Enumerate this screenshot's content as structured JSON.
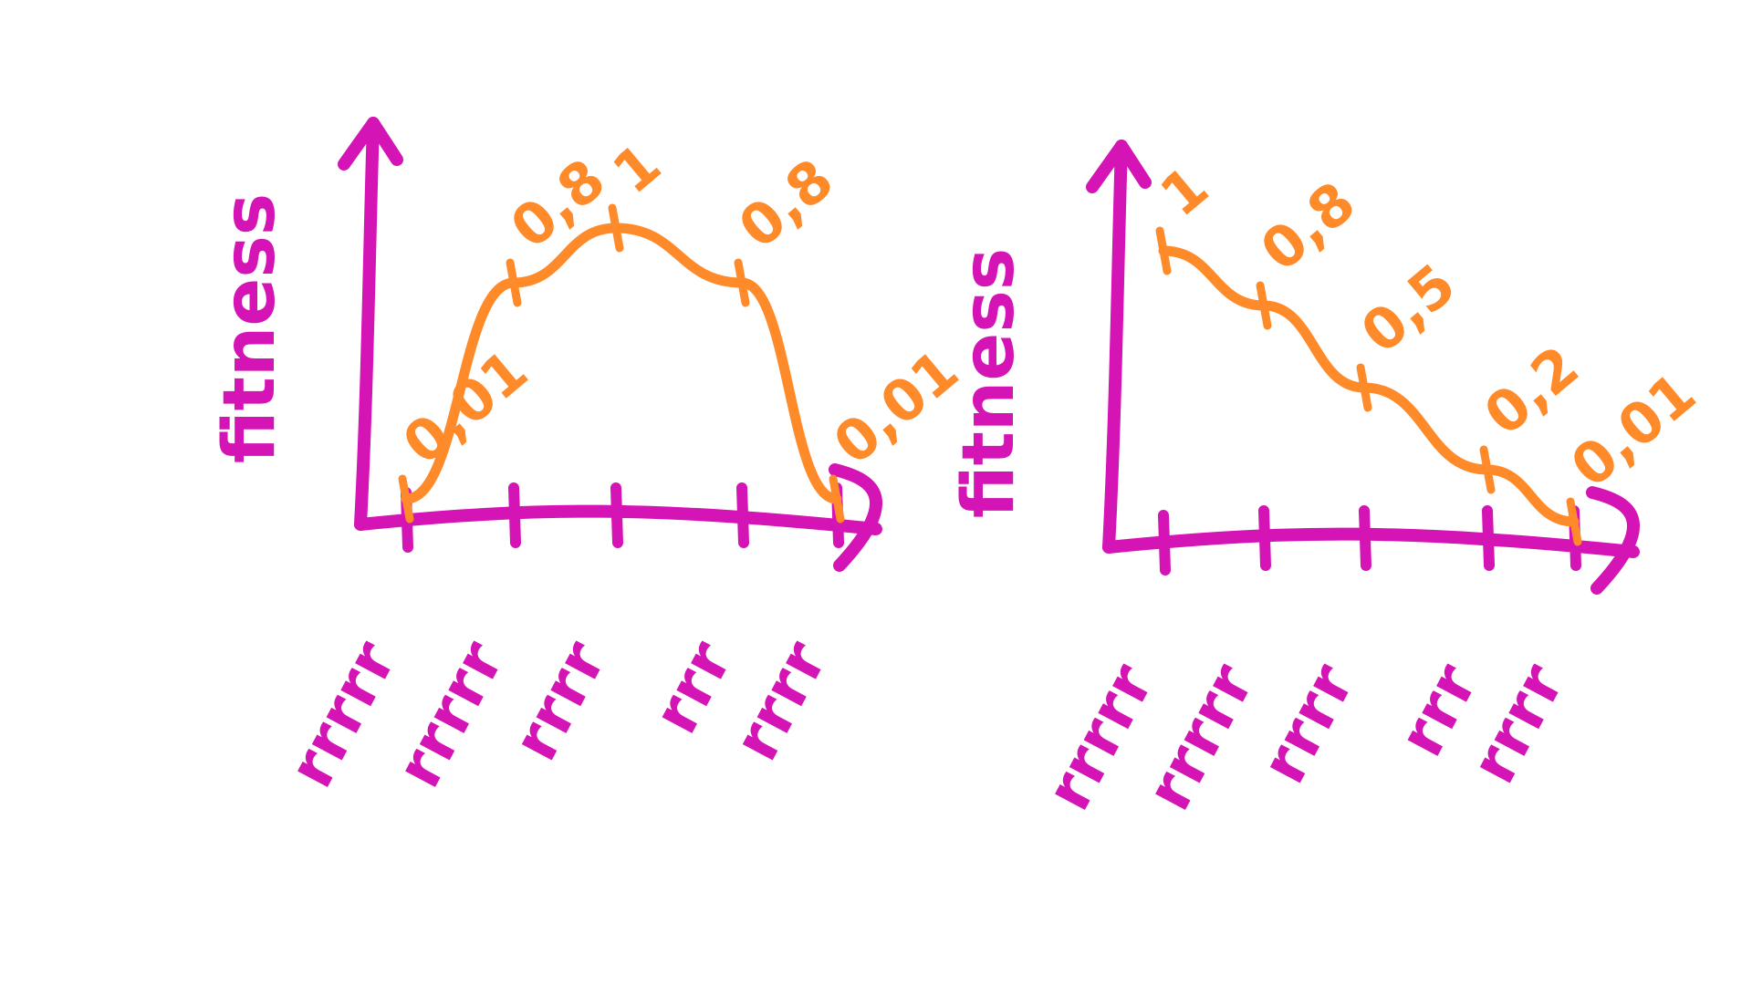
{
  "colors": {
    "axis": "#d414b4",
    "series": "#ff8a2a",
    "background": "#ffffff"
  },
  "chart_data": [
    {
      "type": "line",
      "ylabel": "fitness",
      "categories": [
        "rrrrr",
        "rrrrr",
        "rrrr",
        "rrr",
        "rrrr"
      ],
      "values": [
        0.01,
        0.8,
        1,
        0.8,
        0.01
      ],
      "value_labels": [
        "0,01",
        "0,8",
        "1",
        "0,8",
        "0,01"
      ],
      "ylim": [
        0,
        1.15
      ],
      "grid": false,
      "legend": "none"
    },
    {
      "type": "line",
      "ylabel": "fitness",
      "categories": [
        "rrrrr",
        "rrrrr",
        "rrrr",
        "rrr",
        "rrrr"
      ],
      "values": [
        1,
        0.8,
        0.5,
        0.2,
        0.01
      ],
      "value_labels": [
        "1",
        "0,8",
        "0,5",
        "0,2",
        "0,01"
      ],
      "ylim": [
        0,
        1.15
      ],
      "grid": false,
      "legend": "none"
    }
  ]
}
